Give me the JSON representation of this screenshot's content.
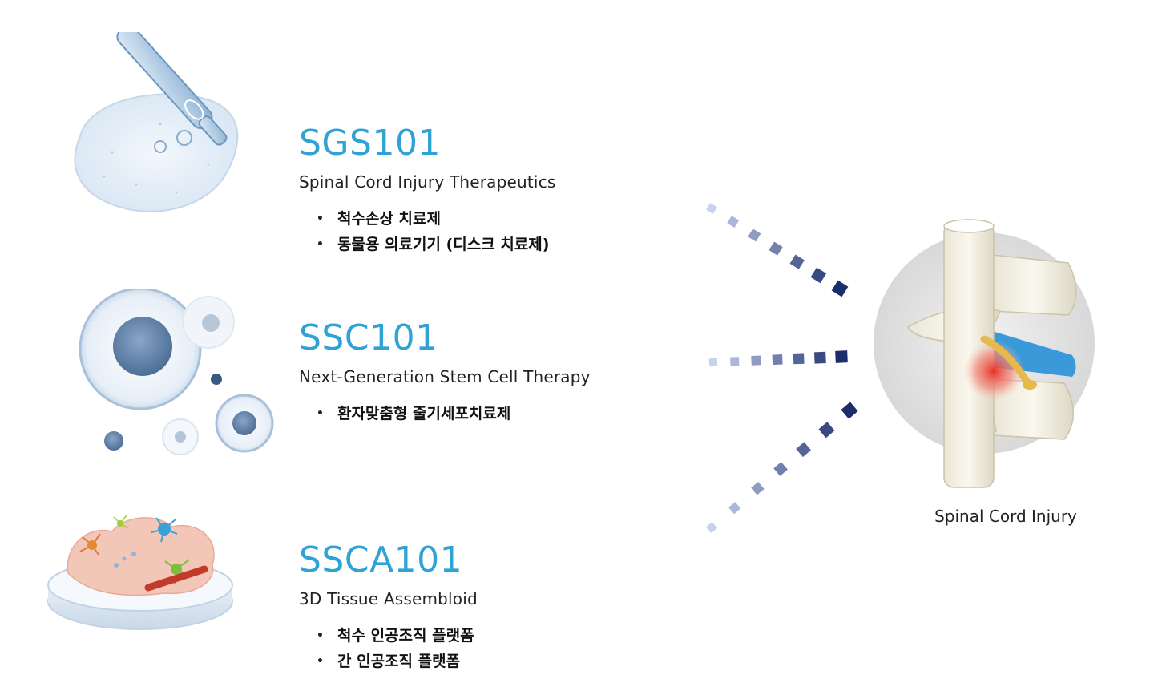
{
  "products": [
    {
      "code": "SGS101",
      "subtitle": "Spinal Cord Injury Therapeutics",
      "bullets": [
        "척수손상 치료제",
        "동물용 의료기기 (디스크 치료제)"
      ]
    },
    {
      "code": "SSC101",
      "subtitle": "Next-Generation Stem Cell Therapy",
      "bullets": [
        "환자맞춤형 줄기세포치료제"
      ]
    },
    {
      "code": "SSCA101",
      "subtitle": "3D Tissue Assembloid",
      "bullets": [
        "척수 인공조직 플랫폼",
        "간 인공조직 플랫폼"
      ]
    }
  ],
  "target": {
    "caption": "Spinal Cord Injury"
  },
  "colors": {
    "accent": "#2fa2d6",
    "dash_light": "#c7d3ee",
    "dash_dark": "#1c2d6b"
  },
  "icons": {
    "product_1": "gel-dropper-illustration",
    "product_2": "stem-cells-illustration",
    "product_3": "tissue-assembloid-dish-illustration",
    "target": "spine-injury-illustration"
  }
}
